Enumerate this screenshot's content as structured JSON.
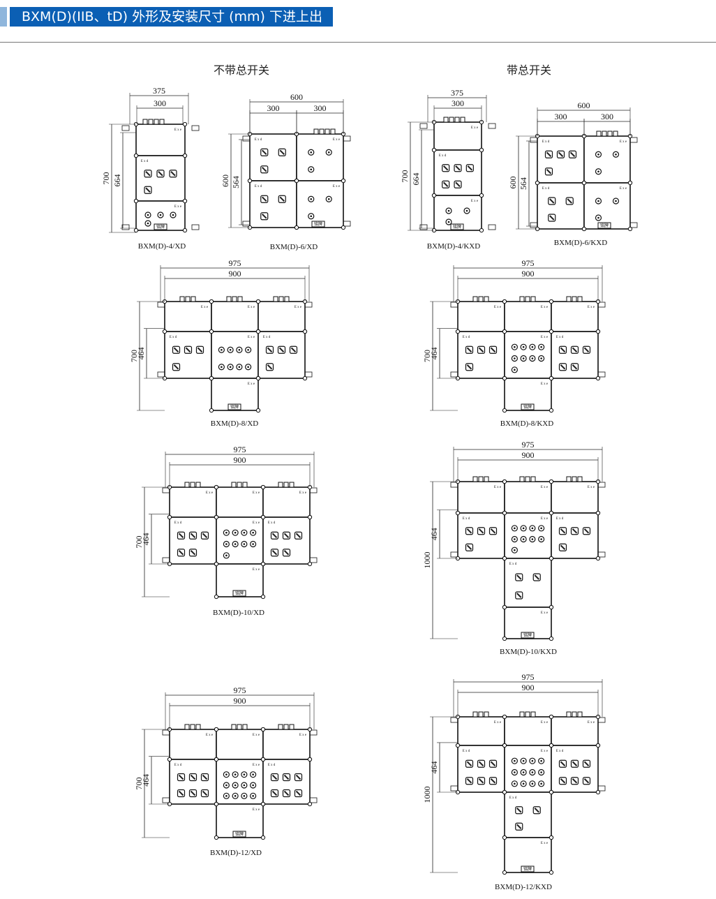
{
  "header": {
    "title": "BXM(D)(IIB、tD) 外形及安装尺寸 (mm) 下进上出"
  },
  "sections": {
    "left": "不带总开关",
    "right": "带总开关"
  },
  "marks": {
    "ex_d": "E x d",
    "ex_e": "E x e",
    "nameplate": "铭牌"
  },
  "diagrams": [
    {
      "label": "BXM(D)-4/XD",
      "widths": [
        "375",
        "300"
      ],
      "heights": [
        "700",
        "664"
      ]
    },
    {
      "label": "BXM(D)-6/XD",
      "widths": [
        "600",
        "300",
        "300"
      ],
      "heights": [
        "600",
        "564"
      ]
    },
    {
      "label": "BXM(D)-4/KXD",
      "widths": [
        "375",
        "300"
      ],
      "heights": [
        "700",
        "664"
      ]
    },
    {
      "label": "BXM(D)-6/KXD",
      "widths": [
        "600",
        "300",
        "300"
      ],
      "heights": [
        "600",
        "564"
      ]
    },
    {
      "label": "BXM(D)-8/XD",
      "widths": [
        "975",
        "900"
      ],
      "heights": [
        "700",
        "464"
      ]
    },
    {
      "label": "BXM(D)-8/KXD",
      "widths": [
        "975",
        "900"
      ],
      "heights": [
        "700",
        "464"
      ]
    },
    {
      "label": "BXM(D)-10/XD",
      "widths": [
        "975",
        "900"
      ],
      "heights": [
        "700",
        "464"
      ]
    },
    {
      "label": "BXM(D)-10/KXD",
      "widths": [
        "975",
        "900"
      ],
      "heights": [
        "1000",
        "464"
      ]
    },
    {
      "label": "BXM(D)-12/XD",
      "widths": [
        "975",
        "900"
      ],
      "heights": [
        "700",
        "464"
      ]
    },
    {
      "label": "BXM(D)-12/KXD",
      "widths": [
        "975",
        "900"
      ],
      "heights": [
        "1000",
        "464"
      ]
    }
  ]
}
